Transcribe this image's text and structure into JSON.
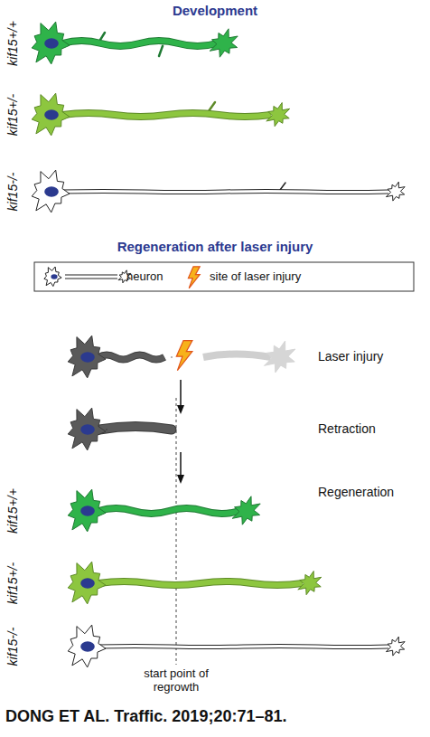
{
  "diagram": {
    "title": "Development",
    "caption": "DONG ET AL. Traffic. 2019;20:71–81.",
    "labels": [
      "kif15+/+",
      "kif15+/-",
      "kif15-/-",
      "Regeneration after laser injury",
      "Laser injury",
      "Retraction",
      "Regeneration",
      "kif15+/+",
      "kif15+/-",
      "kif15-/-",
      "start point of regrowth"
    ],
    "legend": [
      {
        "text": "neuron"
      },
      {
        "text": "site of laser injury"
      }
    ]
  }
}
